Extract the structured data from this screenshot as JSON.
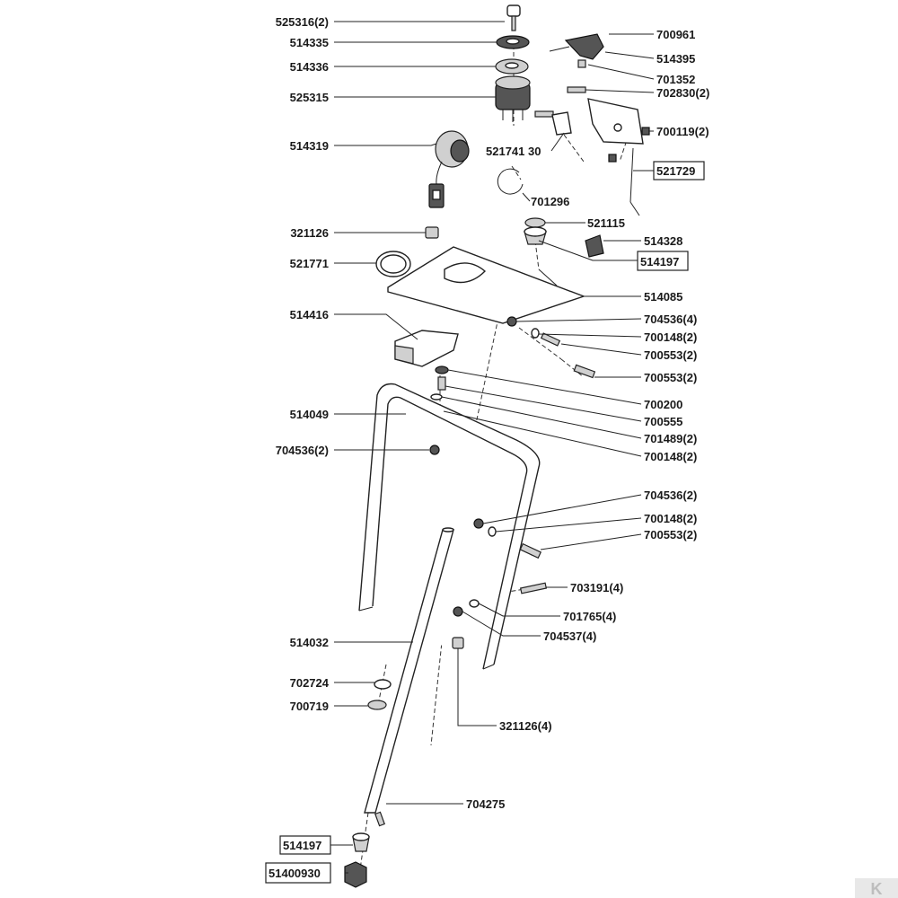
{
  "labels": {
    "l525316": "525316(2)",
    "l514335": "514335",
    "l514336": "514336",
    "l525315": "525315",
    "l514319": "514319",
    "l700961": "700961",
    "l514395": "514395",
    "l701352": "701352",
    "l702830": "702830(2)",
    "l700119": "700119(2)",
    "l521741": "521741 30",
    "l521729": "521729",
    "l701296": "701296",
    "l521115": "521115",
    "l321126": "321126",
    "l514328": "514328",
    "l521771": "521771",
    "l514197a": "514197",
    "l514085": "514085",
    "l514416": "514416",
    "l704536_4": "704536(4)",
    "l700148_2a": "700148(2)",
    "l700553_2a": "700553(2)",
    "l700553_2b": "700553(2)",
    "l700200": "700200",
    "l514049": "514049",
    "l700555": "700555",
    "l701489": "701489(2)",
    "l704536_2a": "704536(2)",
    "l700148_2b": "700148(2)",
    "l704536_2b": "704536(2)",
    "l700148_2c": "700148(2)",
    "l700553_2c": "700553(2)",
    "l703191": "703191(4)",
    "l701765": "701765(4)",
    "l704537": "704537(4)",
    "l514032": "514032",
    "l702724": "702724",
    "l700719": "700719",
    "l321126_4": "321126(4)",
    "l704275": "704275",
    "l514197b": "514197",
    "l51400930": "51400930"
  },
  "logo": "K"
}
